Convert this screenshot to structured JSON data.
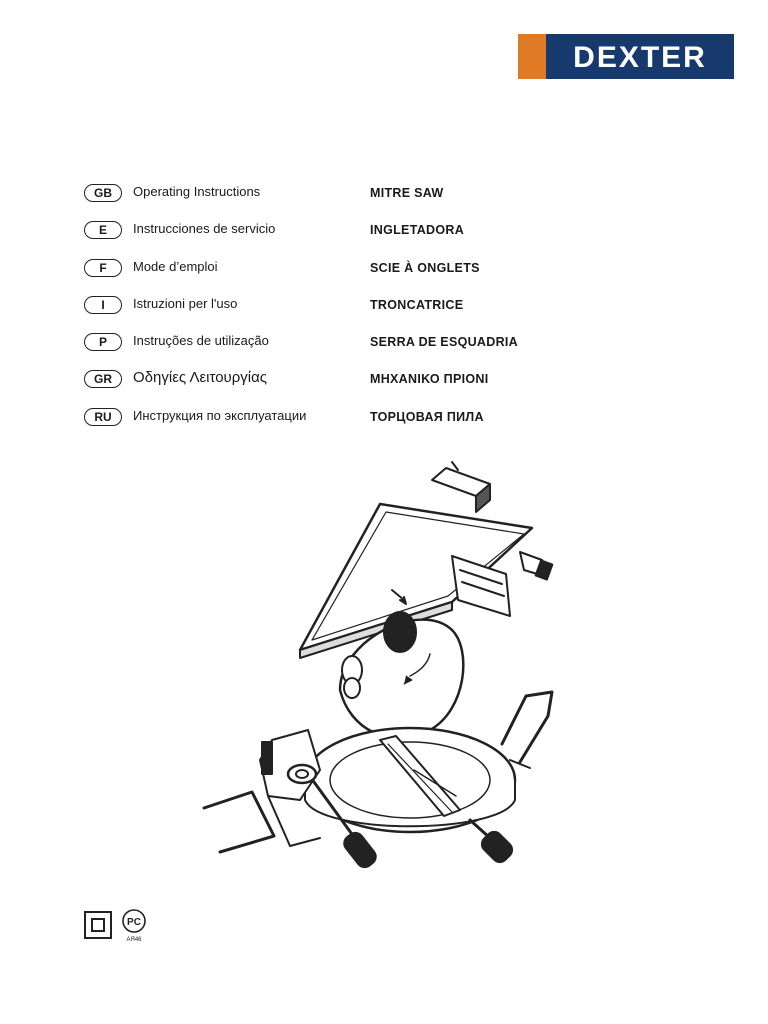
{
  "brand": {
    "name": "DEXTER",
    "accent_color": "#e07a24",
    "bg_color": "#173a6e",
    "text_color": "#ffffff"
  },
  "languages": [
    {
      "code": "GB",
      "instructions": "Operating Instructions",
      "title": "MITRE SAW"
    },
    {
      "code": "E",
      "instructions": "Instrucciones de servicio",
      "title": "INGLETADORA"
    },
    {
      "code": "F",
      "instructions": "Mode d’emploi",
      "title": "SCIE À ONGLETS"
    },
    {
      "code": "I",
      "instructions": "Istruzioni per l'uso",
      "title": "TRONCATRICE"
    },
    {
      "code": "P",
      "instructions": "Instruções de utilização",
      "title": "SERRA DE ESQUADRIA"
    },
    {
      "code": "GR",
      "instructions": "Οδηγίες Λειτουργίας",
      "title": "ΜΗΧΑΝΙΚΟ ΠΡΙΟΝΙ"
    },
    {
      "code": "RU",
      "instructions": "Инструкция по эксплуатации",
      "title": "ТОРЦОВАЯ ПИЛА"
    }
  ],
  "certification": {
    "mark_text": "PC",
    "code_text": "АЯ46"
  },
  "illustration": {
    "subject": "mitre-saw-drawing"
  }
}
